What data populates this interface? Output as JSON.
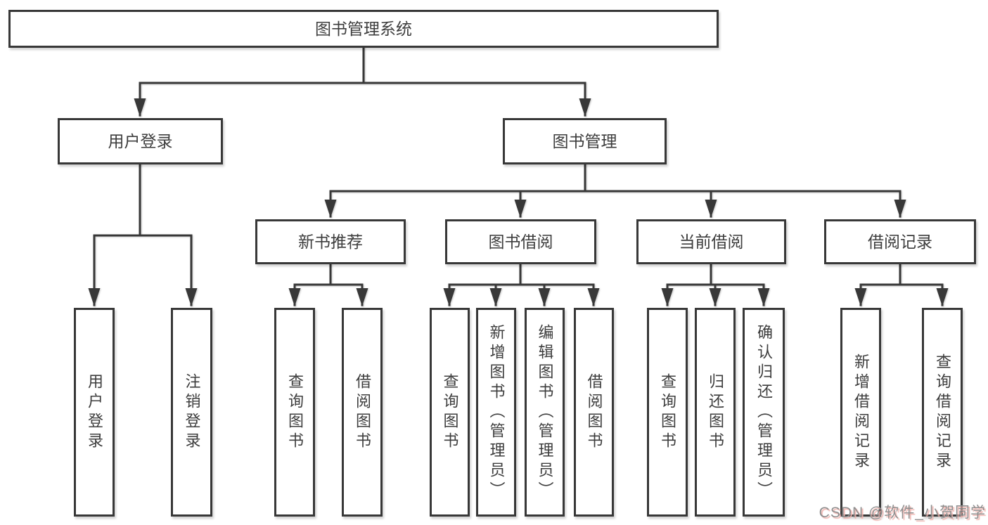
{
  "root": {
    "label": "图书管理系统"
  },
  "level2": [
    {
      "label": "用户登录"
    },
    {
      "label": "图书管理"
    }
  ],
  "level3": [
    {
      "label": "新书推荐",
      "parent": "图书管理"
    },
    {
      "label": "图书借阅",
      "parent": "图书管理"
    },
    {
      "label": "当前借阅",
      "parent": "图书管理"
    },
    {
      "label": "借阅记录",
      "parent": "图书管理"
    }
  ],
  "leaves": [
    {
      "label": "用户登录",
      "parent": "用户登录"
    },
    {
      "label": "注销登录",
      "parent": "用户登录"
    },
    {
      "label": "查询图书",
      "parent": "新书推荐"
    },
    {
      "label": "借阅图书",
      "parent": "新书推荐"
    },
    {
      "label": "查询图书",
      "parent": "图书借阅"
    },
    {
      "label": "新增图书（管理员）",
      "parent": "图书借阅"
    },
    {
      "label": "编辑图书（管理员）",
      "parent": "图书借阅"
    },
    {
      "label": "借阅图书",
      "parent": "图书借阅"
    },
    {
      "label": "查询图书",
      "parent": "当前借阅"
    },
    {
      "label": "归还图书",
      "parent": "当前借阅"
    },
    {
      "label": "确认归还（管理员）",
      "parent": "当前借阅"
    },
    {
      "label": "新增借阅记录",
      "parent": "借阅记录"
    },
    {
      "label": "查询借阅记录",
      "parent": "借阅记录"
    }
  ],
  "watermark": "CSDN @软件_小贺同学",
  "colors": {
    "line": "#383838",
    "text": "#3d3d3d",
    "background": "#ffffff",
    "watermark_text": "#8f8f8f",
    "watermark_shadow": "#f0b3ae"
  }
}
